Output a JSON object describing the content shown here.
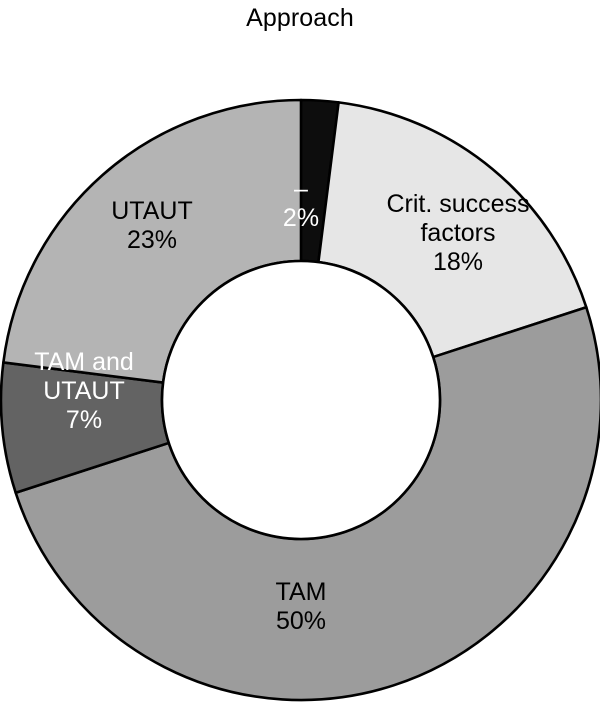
{
  "chart_data": {
    "type": "pie",
    "variant": "donut",
    "title": "Approach",
    "xlabel": "",
    "ylabel": "",
    "legend": "none",
    "grid": false,
    "value_suffix": "%",
    "start_angle_deg": 0,
    "direction": "clockwise",
    "categories": [
      "–",
      "Crit. success factors",
      "TAM",
      "TAM and UTAUT",
      "UTAUT"
    ],
    "values": [
      2,
      18,
      50,
      7,
      23
    ],
    "colors": [
      "#0d0d0d",
      "#e6e6e6",
      "#9c9c9c",
      "#636363",
      "#b4b4b4"
    ],
    "slices": [
      {
        "id": "other",
        "label": "–",
        "label_line1": "–",
        "value": 2,
        "value_label": "2%",
        "color": "#0d0d0d",
        "text_color": "#ffffff"
      },
      {
        "id": "crit-success-factors",
        "label": "Crit. success factors",
        "label_line1": "Crit. success",
        "label_line2": "factors",
        "value": 18,
        "value_label": "18%",
        "color": "#e6e6e6",
        "text_color": "#000000"
      },
      {
        "id": "tam",
        "label": "TAM",
        "label_line1": "TAM",
        "value": 50,
        "value_label": "50%",
        "color": "#9c9c9c",
        "text_color": "#000000"
      },
      {
        "id": "tam-and-utaut",
        "label": "TAM and UTAUT",
        "label_line1": "TAM and",
        "label_line2": "UTAUT",
        "value": 7,
        "value_label": "7%",
        "color": "#636363",
        "text_color": "#ffffff"
      },
      {
        "id": "utaut",
        "label": "UTAUT",
        "label_line1": "UTAUT",
        "value": 23,
        "value_label": "23%",
        "color": "#b4b4b4",
        "text_color": "#000000"
      }
    ]
  },
  "chart": {
    "title": "Approach",
    "outline_color": "#000000",
    "hole_color": "#ffffff",
    "background": "#ffffff"
  }
}
